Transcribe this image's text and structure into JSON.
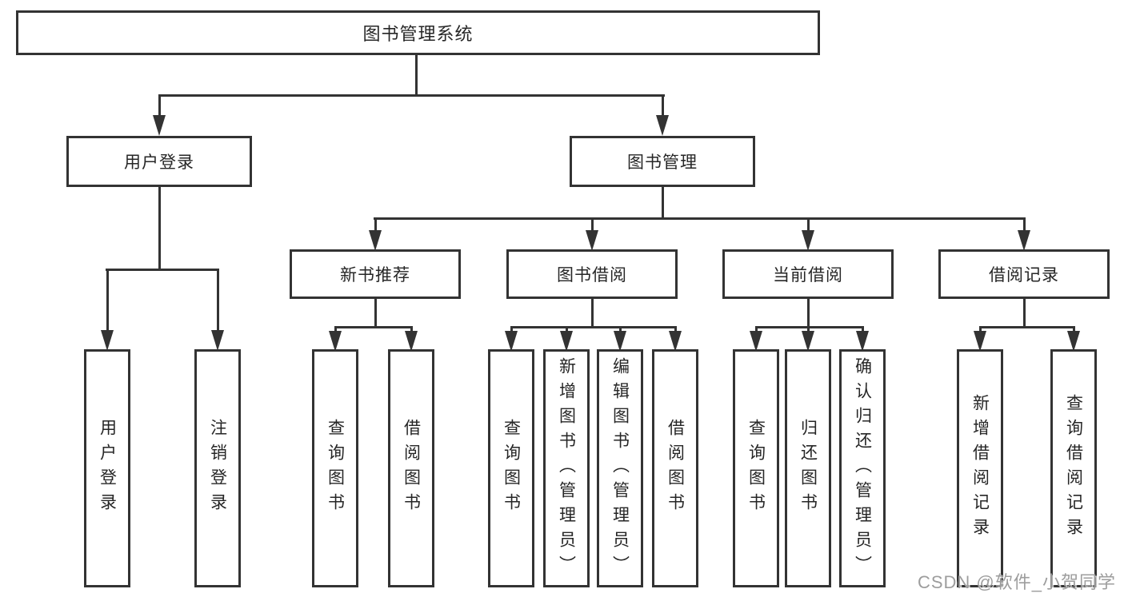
{
  "diagram": {
    "title": "图书管理系统",
    "level2": {
      "user_login": "用户登录",
      "book_mgmt": "图书管理"
    },
    "level3": {
      "new_book": "新书推荐",
      "book_borrow": "图书借阅",
      "current_borrow": "当前借阅",
      "borrow_records": "借阅记录"
    },
    "leaves": {
      "user_login": [
        "用户登录",
        "注销登录"
      ],
      "new_book": [
        "查询图书",
        "借阅图书"
      ],
      "book_borrow": [
        "查询图书",
        "新增图书（管理员）",
        "编辑图书（管理员）",
        "借阅图书"
      ],
      "current_borrow": [
        "查询图书",
        "归还图书",
        "确认归还（管理员）"
      ],
      "borrow_records": [
        "新增借阅记录",
        "查询借阅记录"
      ]
    }
  },
  "watermark": {
    "text": "CSDN @软件_小贺同学"
  },
  "colors": {
    "line": "#333333",
    "text": "#262626",
    "watermark": "#9d9d9d",
    "background": "#ffffff"
  }
}
